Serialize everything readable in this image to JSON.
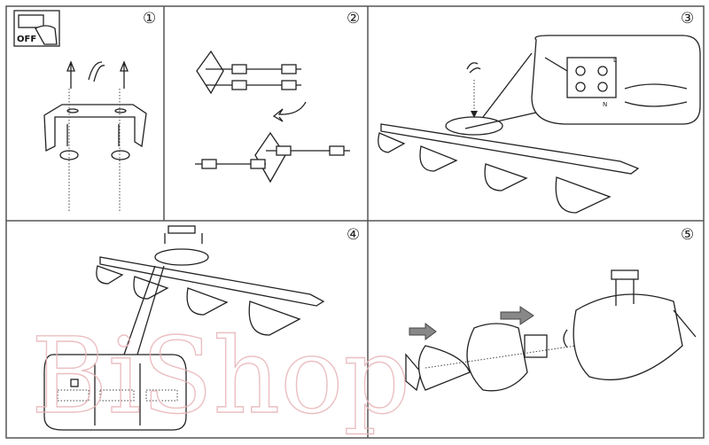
{
  "steps": [
    {
      "number": "①"
    },
    {
      "number": "②"
    },
    {
      "number": "③"
    },
    {
      "number": "④"
    },
    {
      "number": "⑤"
    }
  ],
  "step1": {
    "switch_label": "OFF"
  },
  "step3": {
    "terminal_labels": [
      "L",
      "N"
    ]
  },
  "watermark": "BiShop",
  "colors": {
    "line": "#222222",
    "watermark": "#e8b4b8",
    "arrow": "#888888"
  }
}
